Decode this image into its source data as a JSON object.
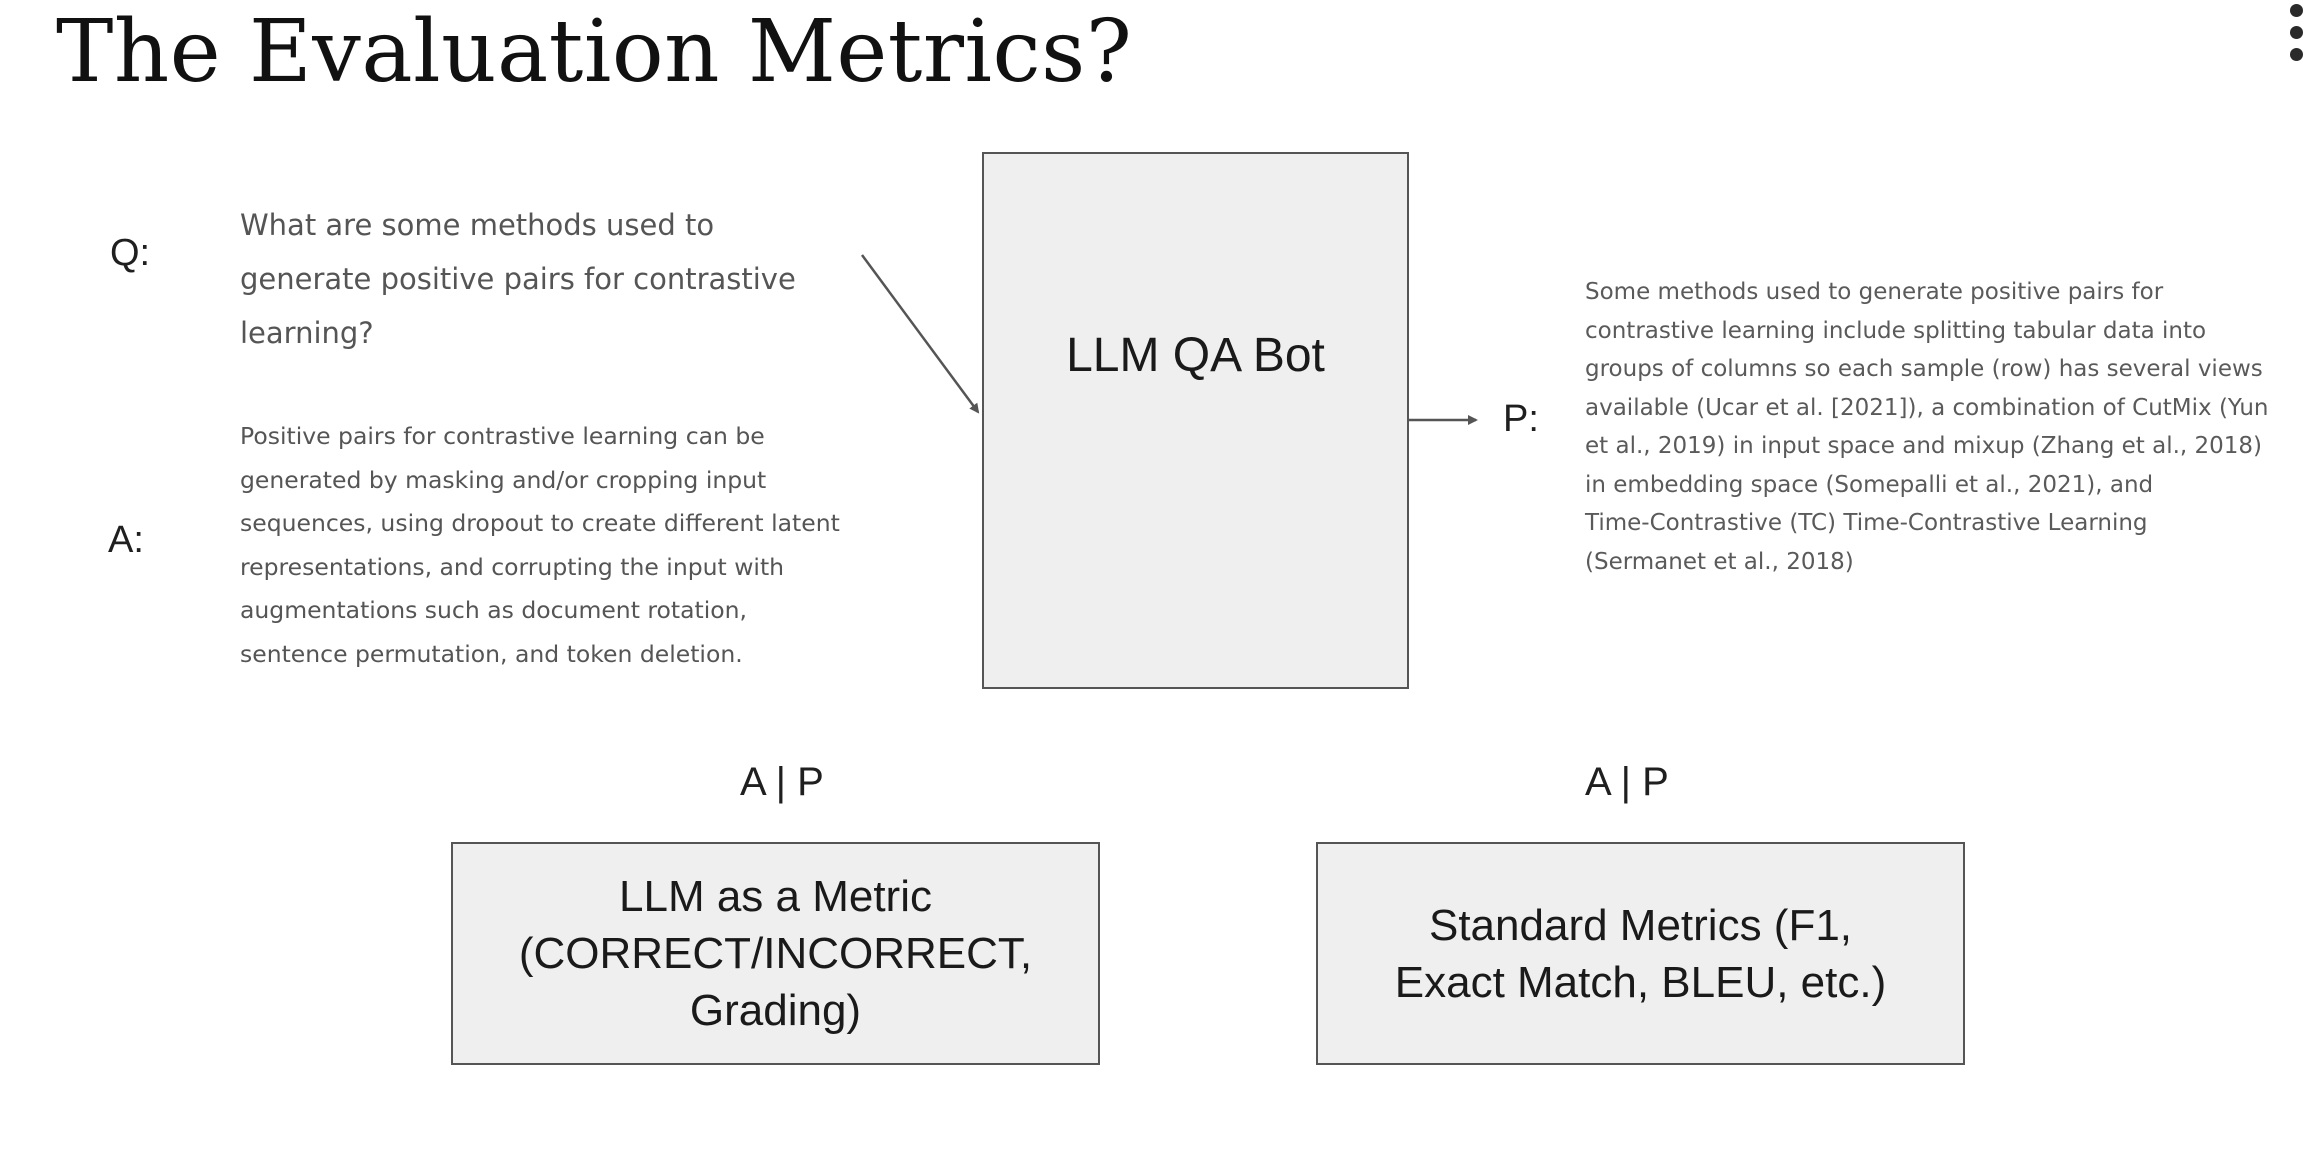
{
  "title": "The Evaluation Metrics?",
  "labels": {
    "q": "Q:",
    "a": "A:",
    "p": "P:",
    "ap_left": "A | P",
    "ap_right": "A | P"
  },
  "question": {
    "lines": [
      "What are some methods used to",
      "generate positive pairs for contrastive",
      "learning?"
    ]
  },
  "answer": {
    "lines": [
      "Positive pairs for contrastive learning can be",
      "generated by masking and/or cropping input",
      "sequences, using dropout to create different latent",
      "representations, and corrupting the input with",
      "augmentations such as document rotation,",
      "sentence permutation, and token deletion."
    ]
  },
  "prediction": {
    "lines": [
      "Some methods used to generate positive pairs for",
      "contrastive learning include splitting tabular data into",
      "groups of columns so each sample (row) has several views",
      "available (Ucar et al. [2021]), a combination of CutMix (Yun",
      "et al., 2019) in input space and mixup (Zhang et al., 2018)",
      "in embedding space (Somepalli et al., 2021), and",
      "Time-Contrastive (TC) Time-Contrastive Learning",
      "(Sermanet et al., 2018)"
    ]
  },
  "qa_bot": {
    "label": "LLM QA Bot"
  },
  "metrics": {
    "llm": {
      "lines": [
        "LLM as a Metric",
        "(CORRECT/INCORRECT,",
        "Grading)"
      ]
    },
    "standard": {
      "lines": [
        "Standard Metrics (F1,",
        "Exact Match, BLEU, etc.)"
      ]
    }
  },
  "colors": {
    "box_fill": "#efefef",
    "box_border": "#555555",
    "body_text": "#555555",
    "arrow": "#555555"
  },
  "icons": [
    "more-vertical-icon"
  ]
}
